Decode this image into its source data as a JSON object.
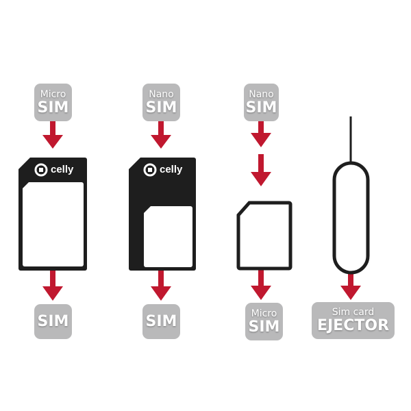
{
  "colors": {
    "arrow": "#c0182f",
    "label_bg": "#b9b9ba",
    "card": "#1e1e1e"
  },
  "columns": [
    {
      "top": {
        "small": "Micro",
        "big": "SIM"
      },
      "bottom": {
        "big": "SIM"
      },
      "brand": "celly"
    },
    {
      "top": {
        "small": "Nano",
        "big": "SIM"
      },
      "bottom": {
        "big": "SIM"
      },
      "brand": "celly"
    },
    {
      "top": {
        "small": "Nano",
        "big": "SIM"
      },
      "bottom": {
        "small": "Micro",
        "big": "SIM"
      }
    },
    {
      "bottom": {
        "small": "Sim card",
        "big": "EJECTOR"
      }
    }
  ]
}
